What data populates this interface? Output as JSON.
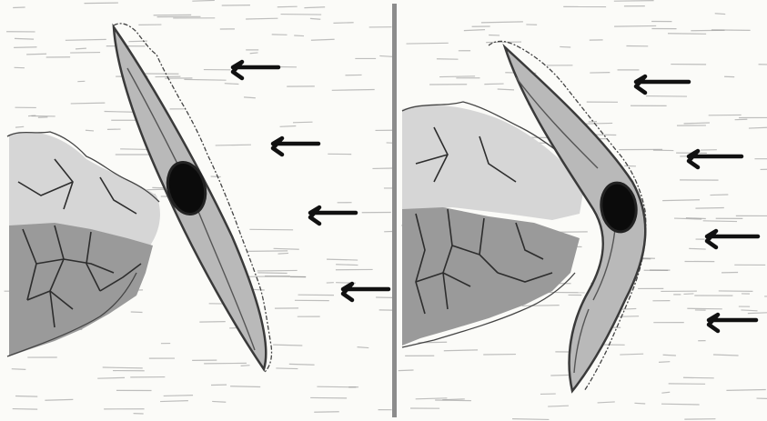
{
  "figure": {
    "panels": [
      {
        "id": "left",
        "cell_shape": "straight",
        "arrow_count": 4
      },
      {
        "id": "right",
        "cell_shape": "bent",
        "arrow_count": 4
      }
    ]
  },
  "colors": {
    "background": "#fbfbf8",
    "divider": "#8c8c8c",
    "cell_fill": "#b9b9b9",
    "cell_outline": "#3a3a3a",
    "nucleus": "#0b0b0b",
    "tissue_dark": "#9a9a9a",
    "tissue_light": "#d6d6d6",
    "arrow": "#111111",
    "texture": "#8d8d8d"
  }
}
